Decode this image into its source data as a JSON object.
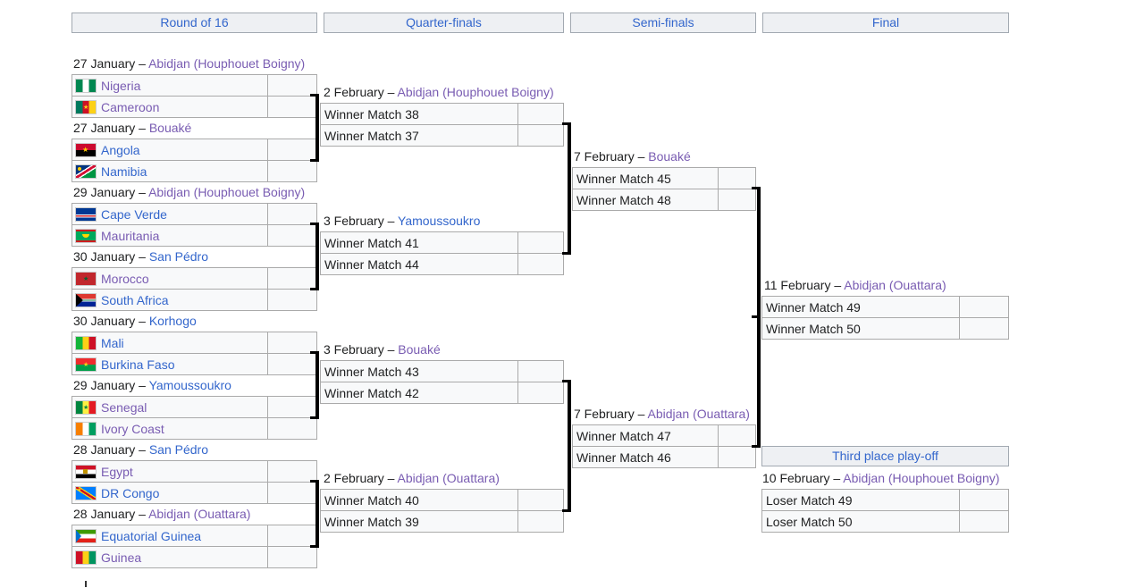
{
  "colors": {
    "link_blue": "#3366cc",
    "link_visited_purple": "#795cb2",
    "box_background": "#f8f9fa",
    "box_border": "#aaaaaa",
    "text": "#202122",
    "connector": "#000000"
  },
  "column_headers": [
    {
      "label": "Round of 16"
    },
    {
      "label": "Quarter-finals"
    },
    {
      "label": "Semi-finals"
    },
    {
      "label": "Final"
    }
  ],
  "round_of_16": [
    {
      "date": "27 January – ",
      "venue": "Abidjan (Houphouet Boigny)",
      "venue_visited": "true",
      "home": {
        "name": "Nigeria",
        "flag": "nigeria-flag",
        "visited": "true",
        "score": ""
      },
      "away": {
        "name": "Cameroon",
        "flag": "cameroon-flag",
        "visited": "true",
        "score": ""
      }
    },
    {
      "date": "27 January – ",
      "venue": "Bouaké",
      "venue_visited": "true",
      "home": {
        "name": "Angola",
        "flag": "angola-flag",
        "visited": "false",
        "score": ""
      },
      "away": {
        "name": "Namibia",
        "flag": "namibia-flag",
        "visited": "false",
        "score": ""
      }
    },
    {
      "date": "29 January – ",
      "venue": "Abidjan (Houphouet Boigny)",
      "venue_visited": "true",
      "home": {
        "name": "Cape Verde",
        "flag": "cape-verde-flag",
        "visited": "false",
        "score": ""
      },
      "away": {
        "name": "Mauritania",
        "flag": "mauritania-flag",
        "visited": "true",
        "score": ""
      }
    },
    {
      "date": "30 January – ",
      "venue": "San Pédro",
      "venue_visited": "false",
      "home": {
        "name": "Morocco",
        "flag": "morocco-flag",
        "visited": "true",
        "score": ""
      },
      "away": {
        "name": "South Africa",
        "flag": "south-africa-flag",
        "visited": "false",
        "score": ""
      }
    },
    {
      "date": "30 January – ",
      "venue": "Korhogo",
      "venue_visited": "false",
      "home": {
        "name": "Mali",
        "flag": "mali-flag",
        "visited": "false",
        "score": ""
      },
      "away": {
        "name": "Burkina Faso",
        "flag": "burkina-faso-flag",
        "visited": "false",
        "score": ""
      }
    },
    {
      "date": "29 January – ",
      "venue": "Yamoussoukro",
      "venue_visited": "false",
      "home": {
        "name": "Senegal",
        "flag": "senegal-flag",
        "visited": "true",
        "score": ""
      },
      "away": {
        "name": "Ivory Coast",
        "flag": "ivory-coast-flag",
        "visited": "true",
        "score": ""
      }
    },
    {
      "date": "28 January – ",
      "venue": "San Pédro",
      "venue_visited": "false",
      "home": {
        "name": "Egypt",
        "flag": "egypt-flag",
        "visited": "true",
        "score": ""
      },
      "away": {
        "name": "DR Congo",
        "flag": "dr-congo-flag",
        "visited": "false",
        "score": ""
      }
    },
    {
      "date": "28 January – ",
      "venue": "Abidjan (Ouattara)",
      "venue_visited": "true",
      "home": {
        "name": "Equatorial Guinea",
        "flag": "equatorial-guinea-flag",
        "visited": "false",
        "score": ""
      },
      "away": {
        "name": "Guinea",
        "flag": "guinea-flag",
        "visited": "true",
        "score": ""
      }
    }
  ],
  "quarter_finals": [
    {
      "date": "2 February – ",
      "venue": "Abidjan (Houphouet Boigny)",
      "venue_visited": "true",
      "home": {
        "name": "Winner Match 38",
        "score": ""
      },
      "away": {
        "name": "Winner Match 37",
        "score": ""
      }
    },
    {
      "date": "3 February – ",
      "venue": "Yamoussoukro",
      "venue_visited": "false",
      "home": {
        "name": "Winner Match 41",
        "score": ""
      },
      "away": {
        "name": "Winner Match 44",
        "score": ""
      }
    },
    {
      "date": "3 February – ",
      "venue": "Bouaké",
      "venue_visited": "true",
      "home": {
        "name": "Winner Match 43",
        "score": ""
      },
      "away": {
        "name": "Winner Match 42",
        "score": ""
      }
    },
    {
      "date": "2 February – ",
      "venue": "Abidjan (Ouattara)",
      "venue_visited": "true",
      "home": {
        "name": "Winner Match 40",
        "score": ""
      },
      "away": {
        "name": "Winner Match 39",
        "score": ""
      }
    }
  ],
  "semi_finals": [
    {
      "date": "7 February – ",
      "venue": "Bouaké",
      "venue_visited": "true",
      "home": {
        "name": "Winner Match 45",
        "score": ""
      },
      "away": {
        "name": "Winner Match 48",
        "score": ""
      }
    },
    {
      "date": "7 February – ",
      "venue": "Abidjan (Ouattara)",
      "venue_visited": "true",
      "home": {
        "name": "Winner Match 47",
        "score": ""
      },
      "away": {
        "name": "Winner Match 46",
        "score": ""
      }
    }
  ],
  "final": {
    "date": "11 February – ",
    "venue": "Abidjan (Ouattara)",
    "venue_visited": "true",
    "home": {
      "name": "Winner Match 49",
      "score": ""
    },
    "away": {
      "name": "Winner Match 50",
      "score": ""
    }
  },
  "third_place": {
    "header": "Third place play-off",
    "date": "10 February – ",
    "venue": "Abidjan (Houphouet Boigny)",
    "venue_visited": "true",
    "home": {
      "name": "Loser Match 49",
      "score": ""
    },
    "away": {
      "name": "Loser Match 50",
      "score": ""
    }
  }
}
